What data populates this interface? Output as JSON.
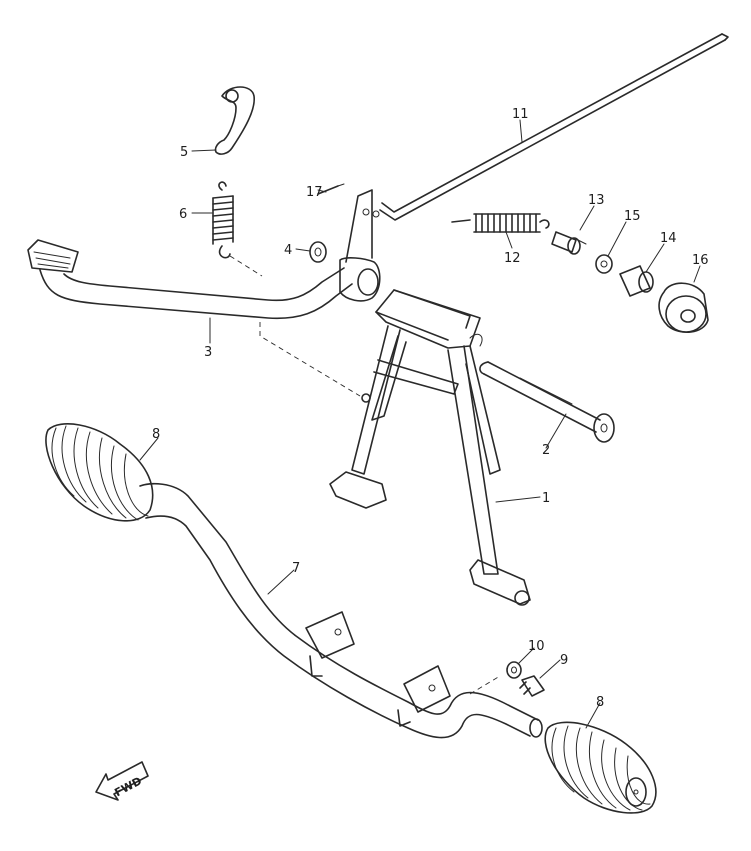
{
  "callouts": {
    "c1": "1",
    "c2": "2",
    "c3": "3",
    "c4": "4",
    "c5": "5",
    "c6": "6",
    "c7": "7",
    "c8a": "8",
    "c8b": "8",
    "c9": "9",
    "c10": "10",
    "c11": "11",
    "c12": "12",
    "c13": "13",
    "c14": "14",
    "c15": "15",
    "c16": "16",
    "c17": "17"
  },
  "direction_marker": "FWD"
}
